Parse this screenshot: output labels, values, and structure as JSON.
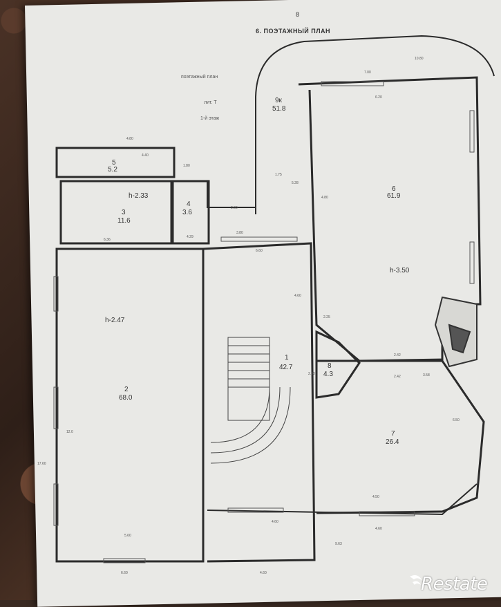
{
  "page_number": "8",
  "header": {
    "title": "6.   ПОЭТАЖНЫЙ ПЛАН"
  },
  "plan_caption": {
    "line1": "поэтажный план",
    "line2": "лит. Т",
    "line3": "1-й этаж"
  },
  "rooms": [
    {
      "num": "1",
      "area": "42.7"
    },
    {
      "num": "2",
      "area": "68.0",
      "height": "h-2.47"
    },
    {
      "num": "3",
      "area": "11.6",
      "height": "h-2.33"
    },
    {
      "num": "4",
      "area": "3.6"
    },
    {
      "num": "5",
      "area": "5.2"
    },
    {
      "num": "6",
      "area": "61.9",
      "height": "h-3.50"
    },
    {
      "num": "7",
      "area": "26.4"
    },
    {
      "num": "8",
      "area": "4.3"
    },
    {
      "num": "9к",
      "area": "51.8"
    }
  ],
  "dimensions": [
    "7.00",
    "6.20",
    "10.80",
    "4.80",
    "4.40",
    "1.80",
    "1.75",
    "4.80",
    "5.28",
    "2.60",
    "6.36",
    "4.29",
    "6.60",
    "3.80",
    "4.60",
    "2.25",
    "2.42",
    "2.42",
    "3.58",
    "6.50",
    "4.60",
    "4.60",
    "4.50",
    "9.63",
    "5.60",
    "6.60",
    "4.60",
    "17.60",
    "12.0",
    "2.90"
  ],
  "watermark": {
    "brand": "Restate"
  }
}
